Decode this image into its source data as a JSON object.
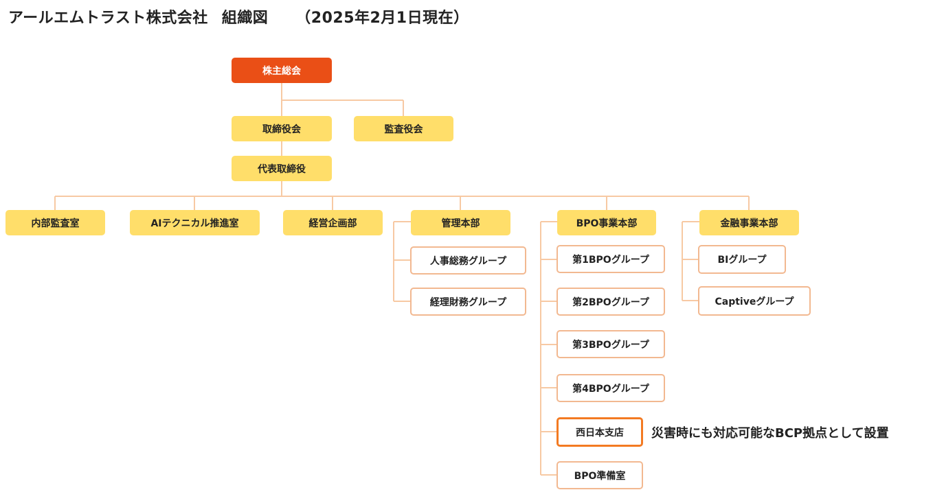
{
  "title": {
    "company": "アールエムトラスト株式会社",
    "label": "組織図",
    "date": "（2025年2月1日現在）"
  },
  "colors": {
    "top": "#ea4f16",
    "dept": "#ffde6a",
    "group_border": "#f2b890",
    "highlight_border": "#f37a22",
    "connector": "#f7c9a3"
  },
  "nodes": {
    "shareholders": "株主総会",
    "board": "取締役会",
    "auditors": "監査役会",
    "ceo": "代表取締役",
    "internal_audit": "内部監査室",
    "ai_tech": "AIテクニカル推進室",
    "corp_planning": "経営企画部",
    "admin": "管理本部",
    "bpo": "BPO事業本部",
    "finance": "金融事業本部"
  },
  "admin_groups": [
    "人事総務グループ",
    "経理財務グループ"
  ],
  "bpo_groups": [
    "第1BPOグループ",
    "第2BPOグループ",
    "第3BPOグループ",
    "第4BPOグループ",
    "西日本支店",
    "BPO準備室"
  ],
  "finance_groups": [
    "BIグループ",
    "Captiveグループ"
  ],
  "note": "災害時にも対応可能なBCP拠点として設置"
}
